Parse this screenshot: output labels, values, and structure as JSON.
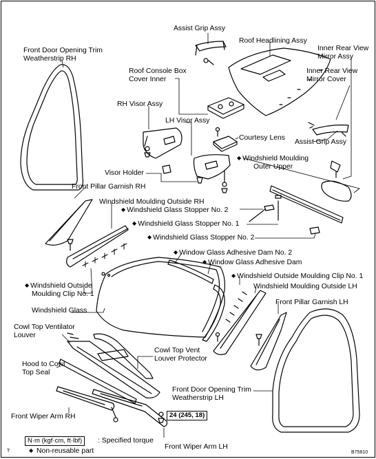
{
  "labels": {
    "assist_grip_top": "Assist Grip Assy",
    "roof_headlining": "Roof Headlining Assy",
    "front_door_trim_rh_1": "Front Door Opening Trim",
    "front_door_trim_rh_2": "Weatherstrip RH",
    "inner_mirror_assy_1": "Inner Rear View",
    "inner_mirror_assy_2": "Mirror Assy",
    "roof_console_1": "Roof Console Box",
    "roof_console_2": "Cover Inner",
    "inner_mirror_cover_1": "Inner Rear View",
    "inner_mirror_cover_2": "Mirror Cover",
    "rh_visor": "RH Visor Assy",
    "lh_visor": "LH Visor Assy",
    "courtesy_lens": "Courtesy Lens",
    "assist_grip_right": "Assist Grip Assy",
    "ws_moulding_upper_1": "Windshield Moulding",
    "ws_moulding_upper_2": "Outer Upper",
    "visor_holder": "Visor Holder",
    "front_pillar_rh": "Front Pillar Garnish RH",
    "ws_moulding_rh": "Windshield Moulding Outside RH",
    "stopper_2a": "Windshield Glass Stopper No. 2",
    "stopper_1": "Windshield Glass Stopper No. 1",
    "stopper_2b": "Windshield Glass Stopper No. 2",
    "adhesive_dam_2": "Window Glass Adhesive Dam No. 2",
    "adhesive_dam": "Window Glass Adhesive Dam",
    "moulding_clip_no1": "Windshield Outside Moulding Clip No. 1",
    "moulding_outside_lh": "Windshield Moulding Outside LH",
    "outside_clip_1": "Windshield Outside",
    "outside_clip_2": "Moulding Clip No. 1",
    "front_pillar_lh": "Front Pillar Garnish LH",
    "windshield_glass": "Windshield Glass",
    "cowl_top_1": "Cowl Top Ventilator",
    "cowl_top_2": "Louver",
    "cowl_protector_1": "Cowl Top Vent",
    "cowl_protector_2": "Louver Protector",
    "hood_seal_1": "Hood to Cowl",
    "hood_seal_2": "Top Seal",
    "front_door_trim_lh_1": "Front Door Opening Trim",
    "front_door_trim_lh_2": "Weatherstrip LH",
    "wiper_rh": "Front Wiper Arm RH",
    "wiper_lh": "Front Wiper Arm LH"
  },
  "torque_value": "24 (245, 18)",
  "legend": {
    "unit_box": "N·m (kgf·cm, ft·lbf)",
    "unit_text": ": Specified torque",
    "nonreusable": "Non-reusable part",
    "diamond_symbol": "◆"
  },
  "footer": {
    "left_mark": "T",
    "figure_code": "B75810"
  }
}
